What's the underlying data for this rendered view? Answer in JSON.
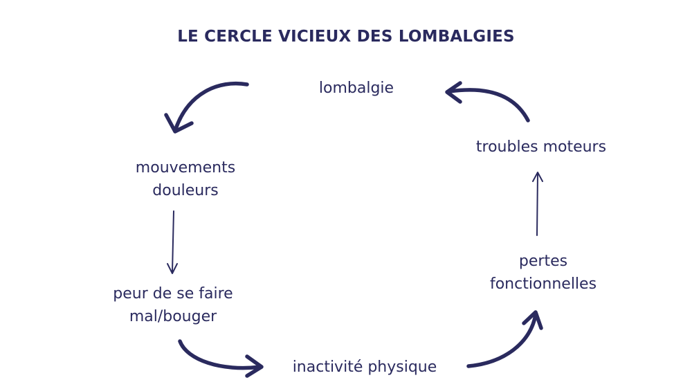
{
  "title": "LE CERCLE VICIEUX DES LOMBALGIES",
  "nodes": {
    "lombalgie": "lombalgie",
    "troubles": "troubles moteurs",
    "mouvements": {
      "line1": "mouvements",
      "line2": "douleurs"
    },
    "pertes": {
      "line1": "pertes",
      "line2": "fonctionnelles"
    },
    "peur": {
      "line1": "peur de se faire",
      "line2": "mal/bouger"
    },
    "inactivite": "inactivité physique"
  },
  "colors": {
    "text": "#2a2a5e",
    "arrow": "#2a2a5e",
    "background": "#ffffff"
  }
}
